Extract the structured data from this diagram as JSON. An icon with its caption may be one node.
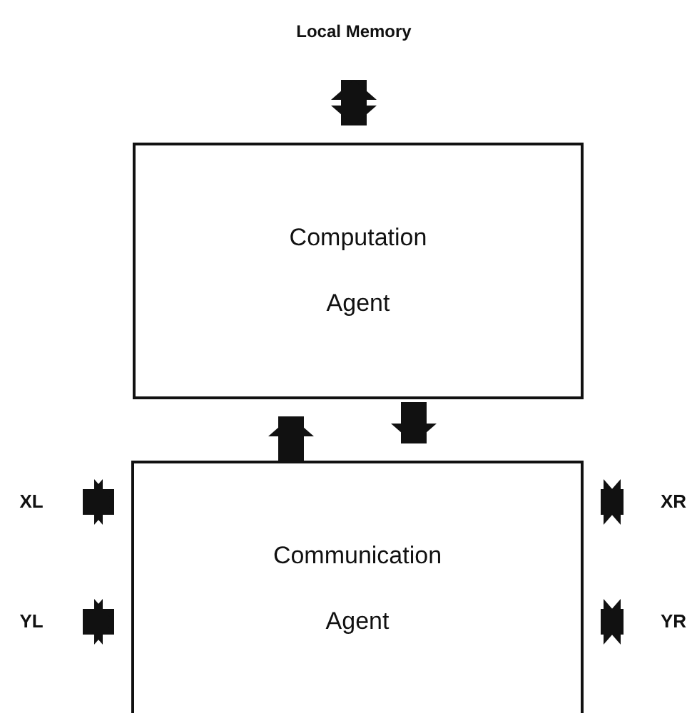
{
  "diagram": {
    "nodes": [
      {
        "text": [
          "Local Memory"
        ]
      },
      {
        "text": [
          "Computation Agent"
        ]
      },
      {
        "text": [
          "Communication Agent"
        ]
      },
      {
        "text": [
          "XL"
        ]
      },
      {
        "text": [
          "YL"
        ]
      },
      {
        "text": [
          "XR"
        ]
      },
      {
        "text": [
          "YR"
        ]
      }
    ],
    "edges": [
      {
        "from": 0,
        "to": 1,
        "arrow": "both"
      },
      {
        "from": 2,
        "to": 1,
        "arrow": "to"
      },
      {
        "from": 1,
        "to": 2,
        "arrow": "to"
      },
      {
        "from": 3,
        "to": 2,
        "arrow": "both"
      },
      {
        "from": 4,
        "to": 2,
        "arrow": "both"
      },
      {
        "from": 5,
        "to": 2,
        "arrow": "both"
      },
      {
        "from": 6,
        "to": 2,
        "arrow": "both"
      }
    ]
  }
}
